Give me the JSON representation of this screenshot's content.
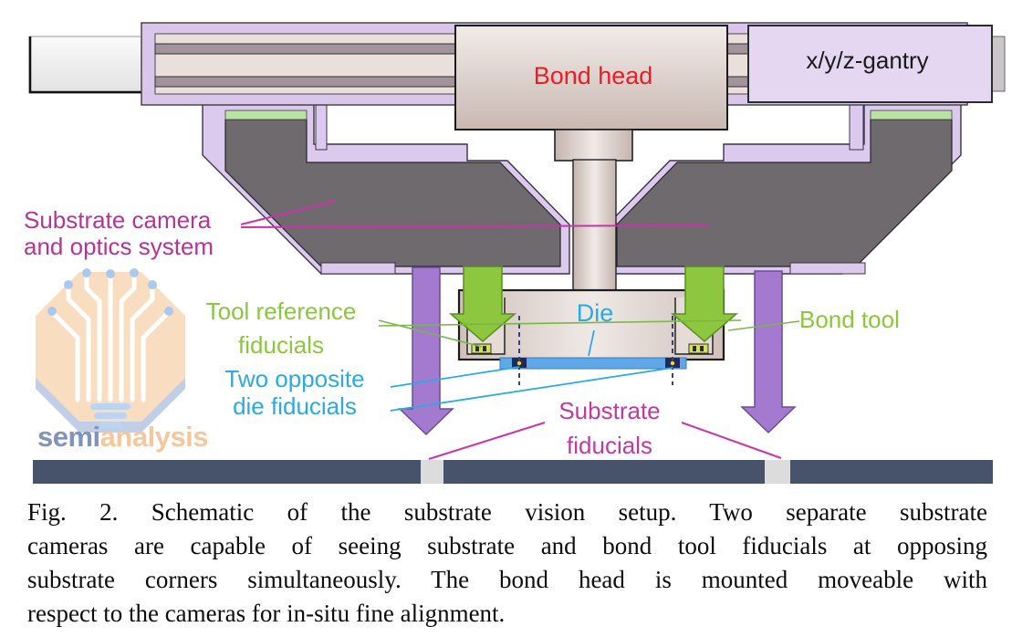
{
  "diagram": {
    "bond_head": "Bond head",
    "gantry": "x/y/z-gantry",
    "substrate_camera": {
      "line1": "Substrate camera",
      "line2": "and optics system"
    },
    "tool_reference": {
      "line1": "Tool reference",
      "line2": "fiducials"
    },
    "die_fiducials": {
      "line1": "Two opposite",
      "line2": "die fiducials"
    },
    "die": "Die",
    "bond_tool": "Bond tool",
    "substrate_fiducials": {
      "line1": "Substrate",
      "line2": "fiducials"
    },
    "colors": {
      "label_magenta": "#b53597",
      "label_pink": "#c13a9e",
      "label_green": "#8cc63f",
      "label_cyan": "#29abe2",
      "bond_head_red": "#ed1c24",
      "structure_lavender": "#dcc9ee",
      "camera_gray": "#6f6a6e",
      "green_strip": "#b9e3a4",
      "die_blue": "#5fa8e8",
      "substrate_slate": "#47536b",
      "arrow_purple": "#a47ad0",
      "arrow_green": "#8dc63f"
    }
  },
  "logo": {
    "semi": "semi",
    "analysis": "analysis"
  },
  "caption": {
    "lines": [
      "Fig. 2. Schematic of the substrate vision setup. Two separate substrate",
      "cameras are capable of seeing substrate and bond tool fiducials at opposing",
      "substrate corners simultaneously. The bond head is mounted moveable with",
      "respect to the cameras for in-situ fine alignment."
    ]
  }
}
